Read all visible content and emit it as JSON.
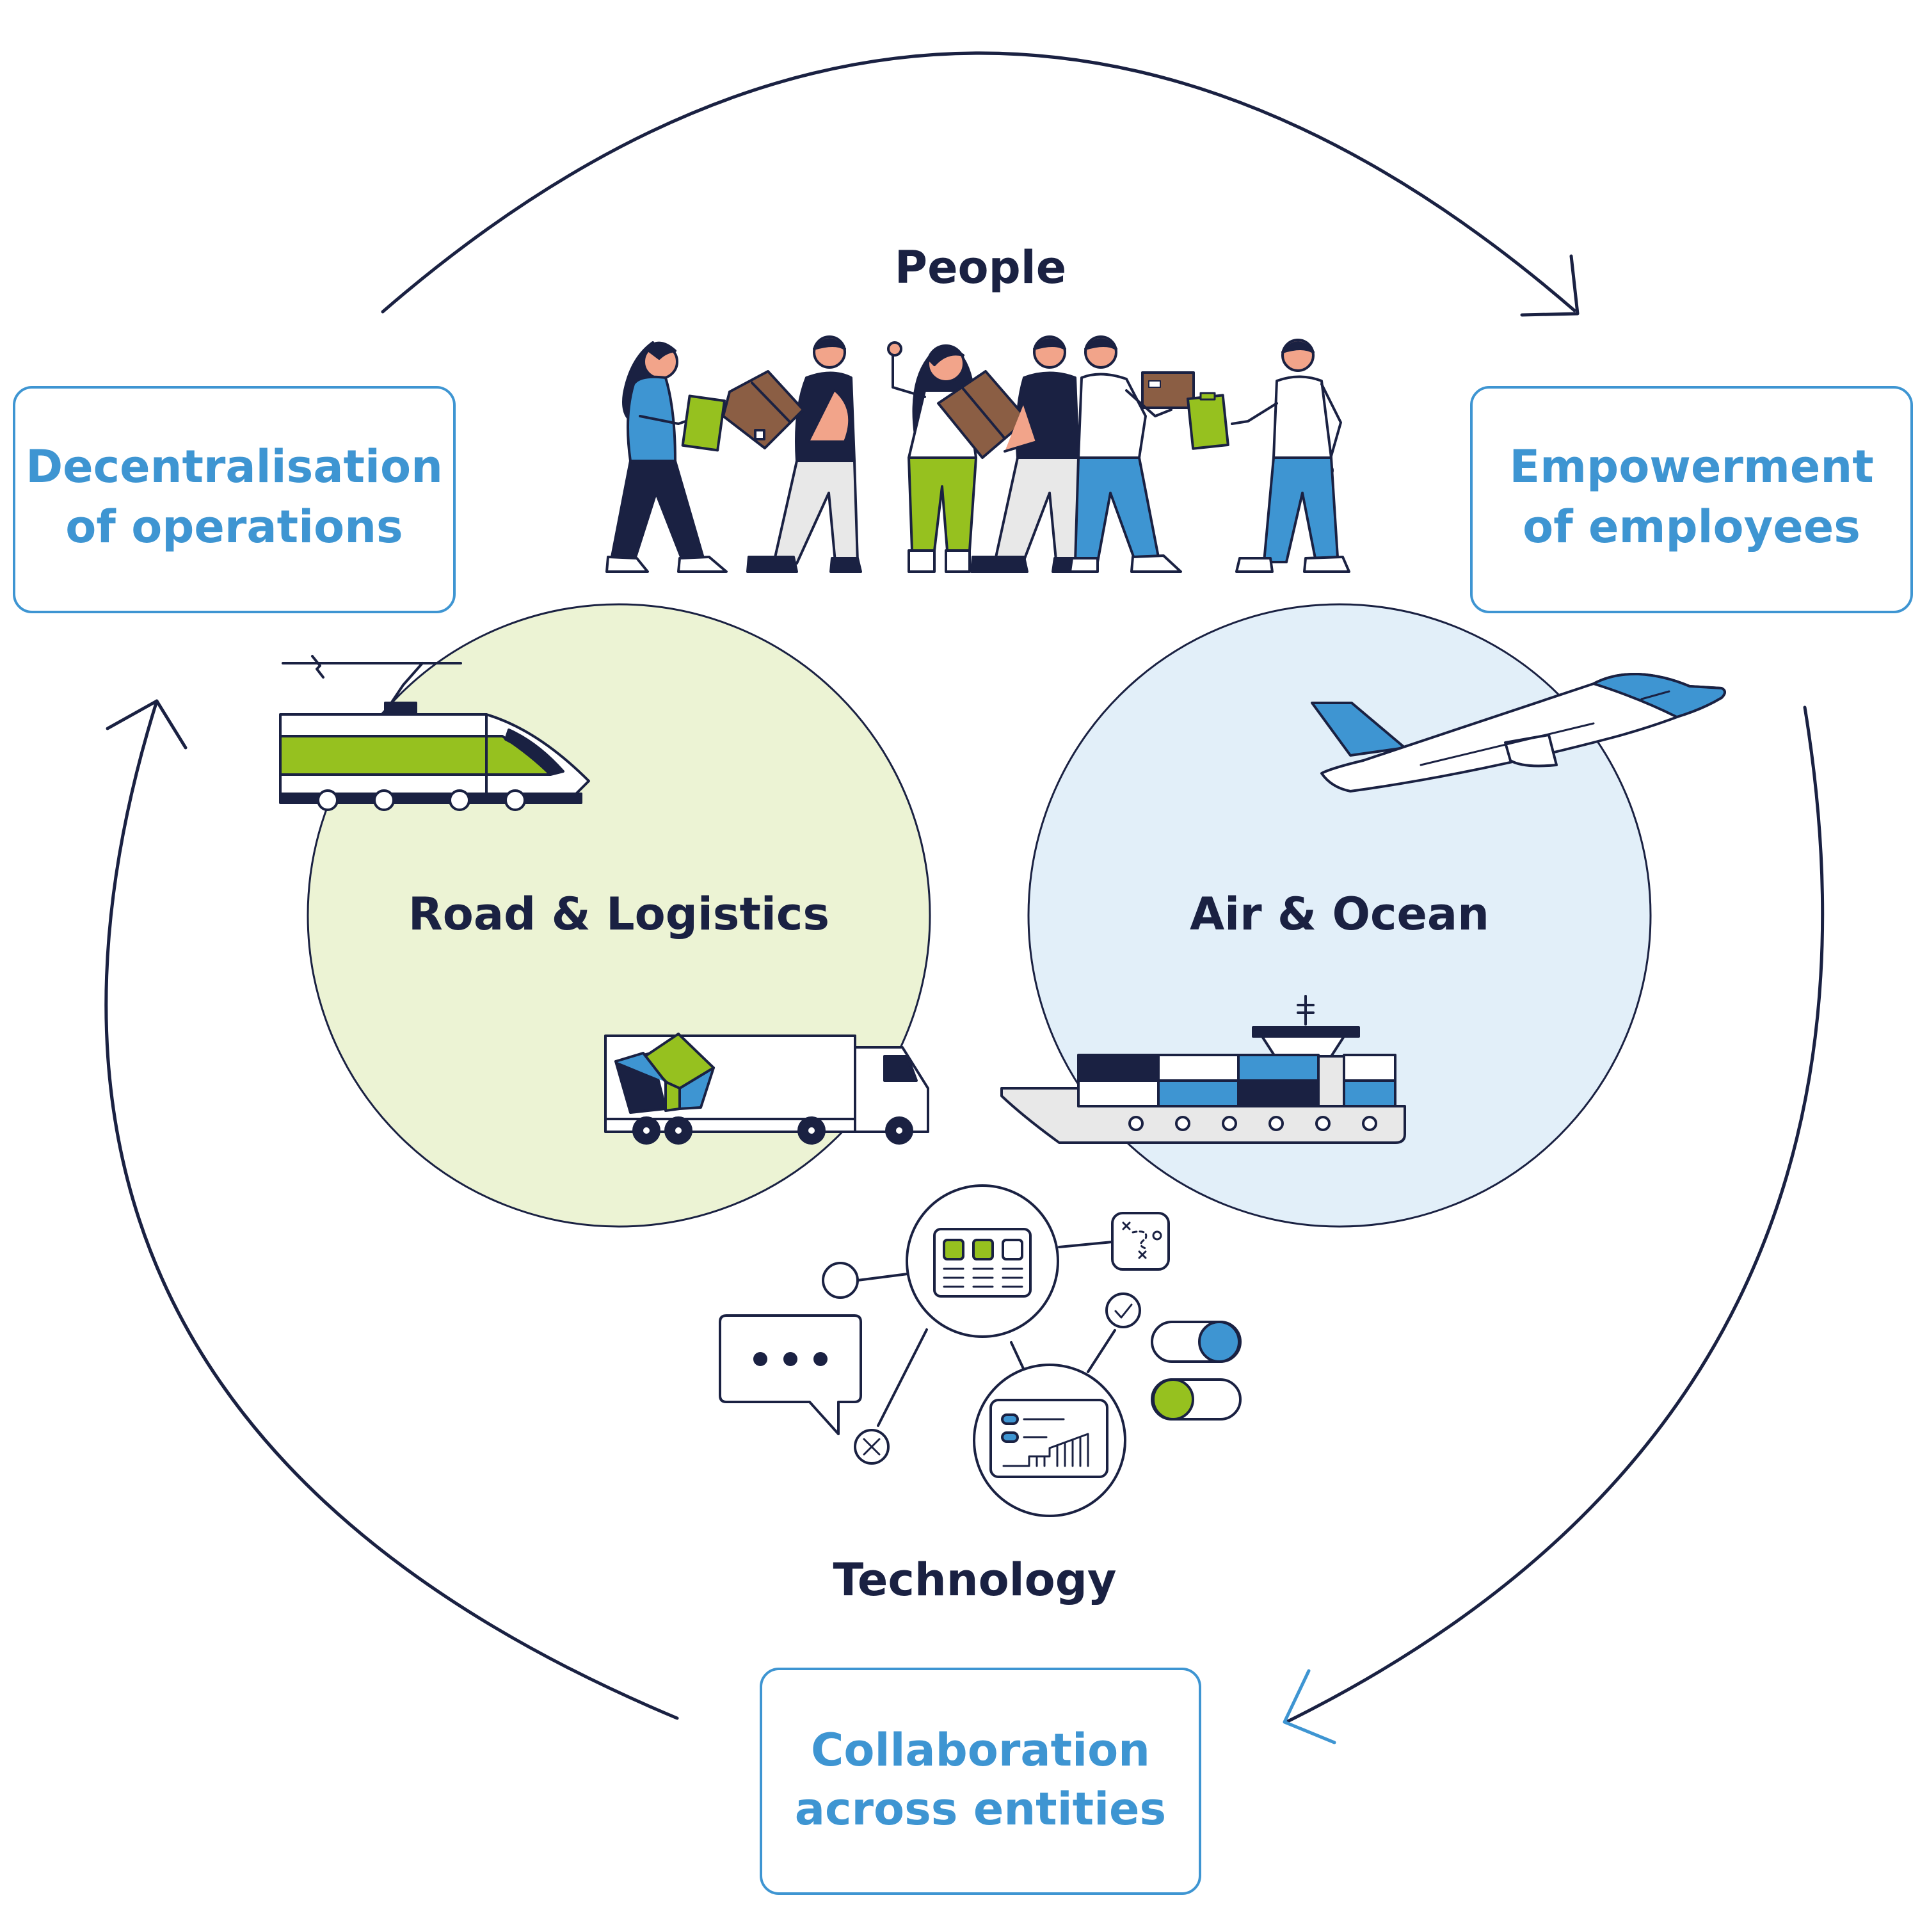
{
  "labels": {
    "people": "People",
    "technology": "Technology",
    "road_logistics": "Road & Logistics",
    "air_ocean": "Air & Ocean"
  },
  "boxes": {
    "decentralisation": [
      "Decentralisation",
      "of operations"
    ],
    "empowerment": [
      "Empowerment",
      "of employees"
    ],
    "collaboration": [
      "Collaboration",
      "across entities"
    ]
  },
  "colors": {
    "navy": "#1a2142",
    "blue": "#3e95d2",
    "green": "#96c11f",
    "light_green": "#ecf3d4",
    "light_blue": "#e2eff9",
    "brown": "#8b5e44",
    "skin": "#f2a48a"
  }
}
